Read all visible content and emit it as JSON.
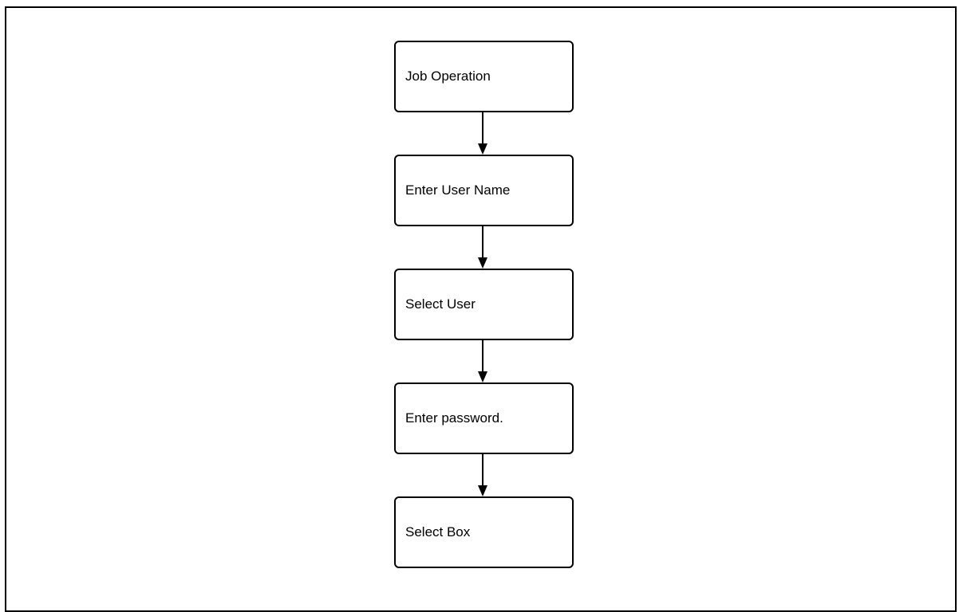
{
  "flowchart": {
    "steps": [
      {
        "label": "Job Operation"
      },
      {
        "label": "Enter User Name"
      },
      {
        "label": "Select User"
      },
      {
        "label": "Enter password."
      },
      {
        "label": "Select Box"
      }
    ]
  }
}
